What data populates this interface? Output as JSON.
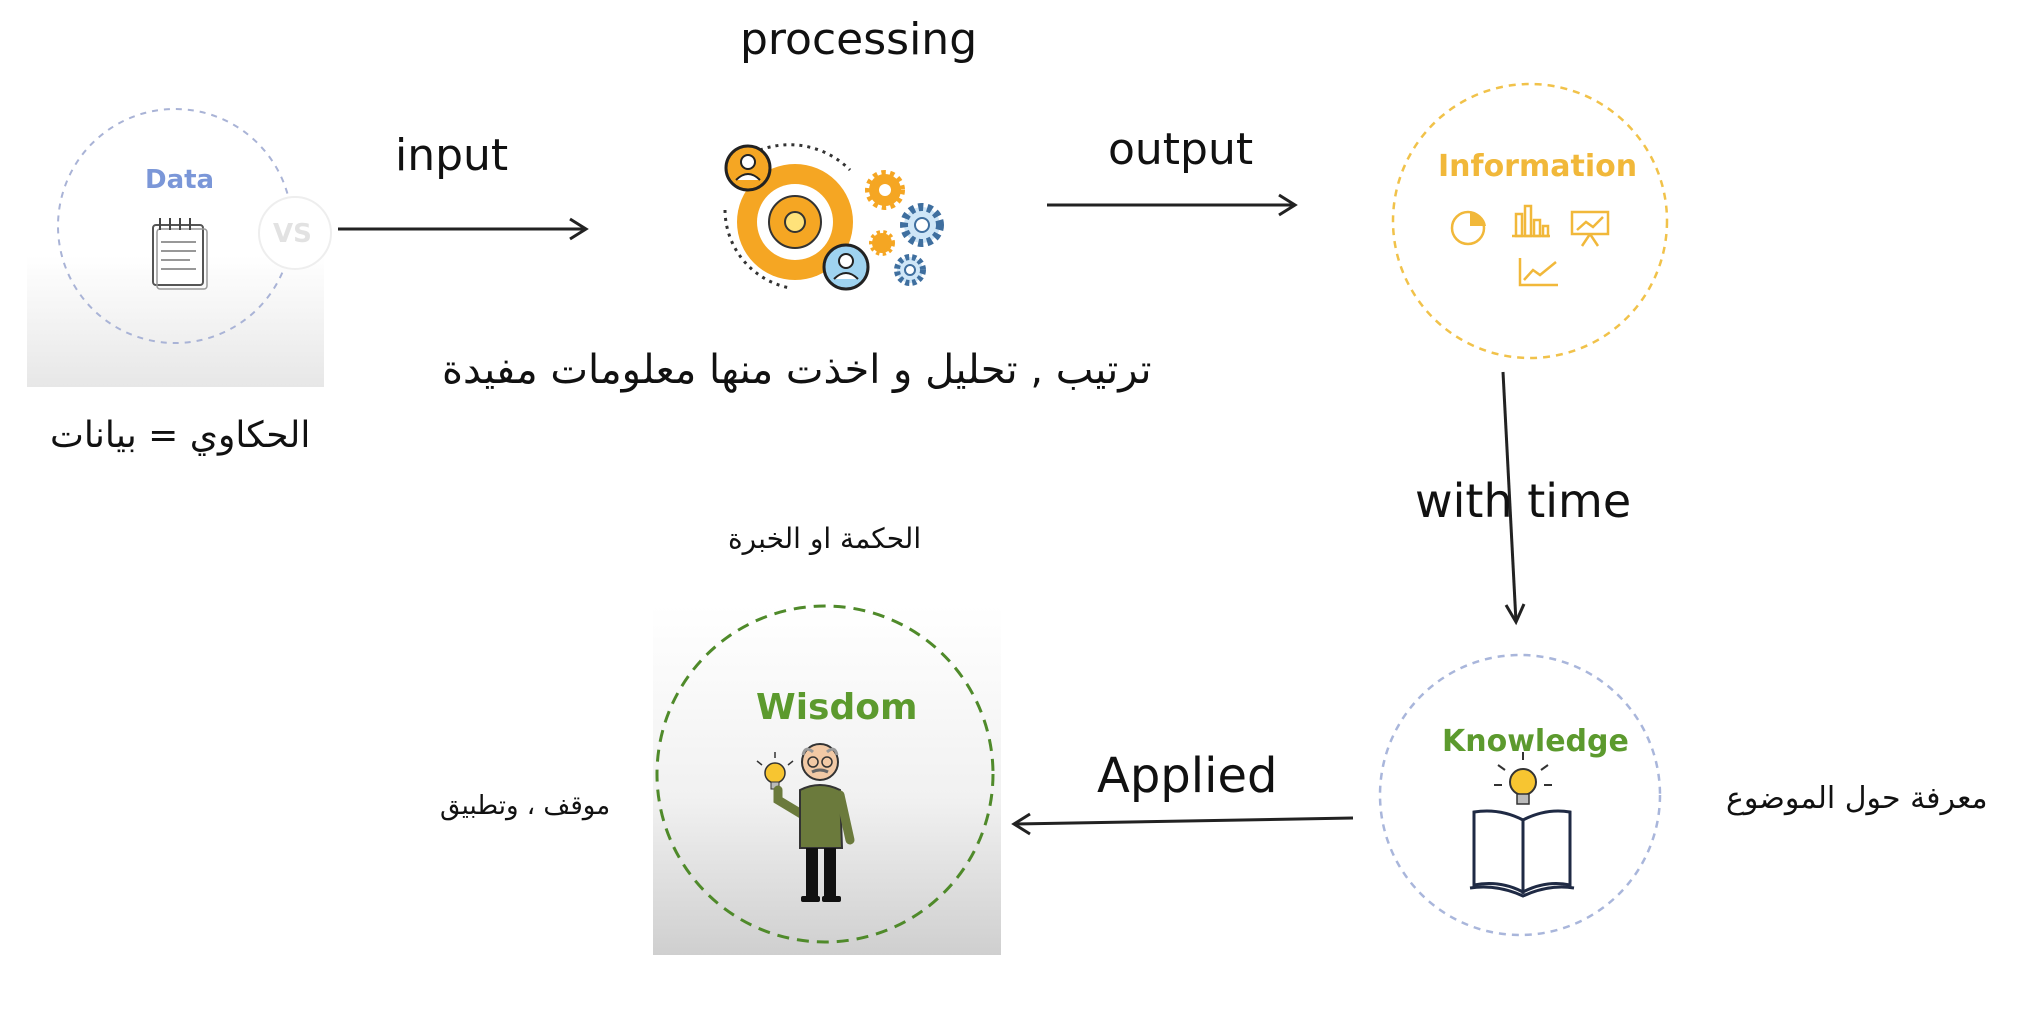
{
  "diagram": {
    "nodes": {
      "data": {
        "title": "Data",
        "vs_badge": "VS",
        "caption": "الحكاوي = بيانات"
      },
      "processing": {
        "title": "processing",
        "caption": "ترتيب , تحليل و اخذت منها معلومات مفيدة"
      },
      "information": {
        "title": "Information"
      },
      "knowledge": {
        "title": "Knowledge",
        "caption": "معرفة حول الموضوع"
      },
      "wisdom": {
        "title": "Wisdom",
        "caption_top": "الحكمة او الخبرة",
        "caption_side": "موقف ، وتطبيق"
      }
    },
    "edges": {
      "input": "input",
      "output": "output",
      "with_time": "with time",
      "applied": "Applied"
    }
  },
  "colors": {
    "data": "#7b97d8",
    "information": "#f1b83a",
    "knowledge": "#5c9a2e",
    "wisdom": "#5c9a2e",
    "orange": "#f5a623",
    "gear_blue": "#4a7fb5",
    "arrow": "#222222"
  },
  "icons": [
    "notepad-icon",
    "gears-people-icon",
    "pie-chart-icon",
    "bar-chart-icon",
    "presentation-chart-icon",
    "line-chart-icon",
    "lightbulb-icon",
    "open-book-icon",
    "old-man-icon"
  ]
}
